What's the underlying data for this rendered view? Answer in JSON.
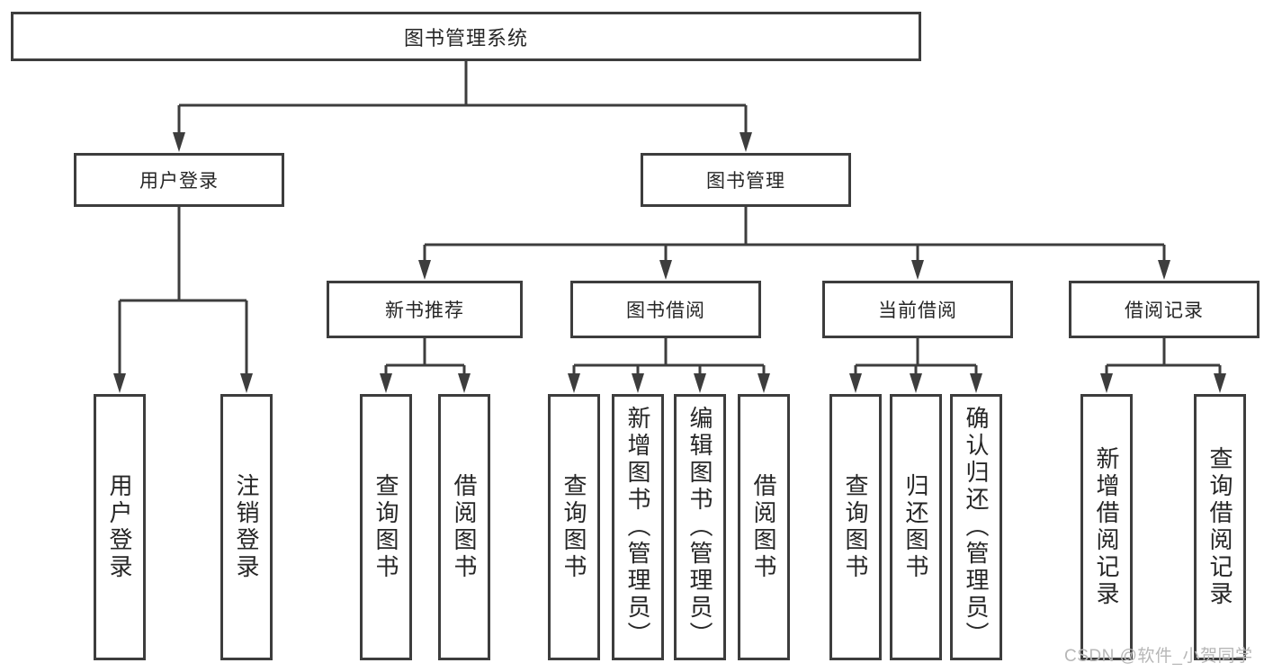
{
  "diagram": {
    "root": {
      "label": "图书管理系统"
    },
    "branches": [
      {
        "label": "用户登录",
        "children": [
          {
            "label": "用户登录"
          },
          {
            "label": "注销登录"
          }
        ]
      },
      {
        "label": "图书管理",
        "children": [
          {
            "label": "新书推荐",
            "children": [
              {
                "label": "查询图书"
              },
              {
                "label": "借阅图书"
              }
            ]
          },
          {
            "label": "图书借阅",
            "children": [
              {
                "label": "查询图书"
              },
              {
                "label": "新增图书（管理员）"
              },
              {
                "label": "编辑图书（管理员）"
              },
              {
                "label": "借阅图书"
              }
            ]
          },
          {
            "label": "当前借阅",
            "children": [
              {
                "label": "查询图书"
              },
              {
                "label": "归还图书"
              },
              {
                "label": "确认归还（管理员）"
              }
            ]
          },
          {
            "label": "借阅记录",
            "children": [
              {
                "label": "新增借阅记录"
              },
              {
                "label": "查询借阅记录"
              }
            ]
          }
        ]
      }
    ]
  },
  "watermark": {
    "text": "CSDN @软件_小贺同学"
  },
  "colors": {
    "line": "#3d3d3d",
    "box_border": "#3d3d3d",
    "text": "#262626",
    "watermark": "#b7b7b7",
    "background": "#ffffff"
  }
}
